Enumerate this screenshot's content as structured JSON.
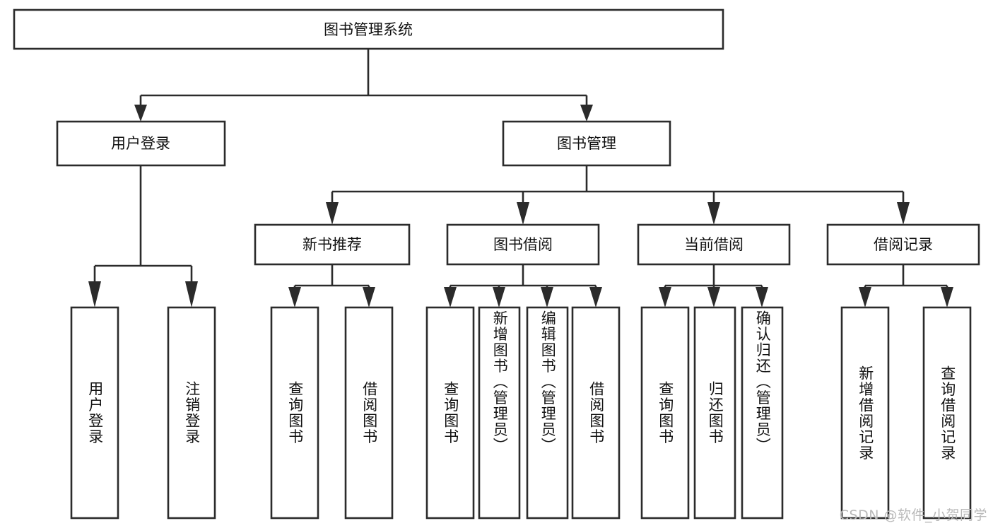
{
  "diagram": {
    "title": "图书管理系统",
    "type": "tree",
    "background_color": "#ffffff",
    "line_color": "#2b2b2b",
    "text_color": "#111111",
    "levels": 4,
    "root": {
      "label": "图书管理系统",
      "children": [
        {
          "label": "用户登录",
          "children": [
            {
              "label": "用户登录"
            },
            {
              "label": "注销登录"
            }
          ]
        },
        {
          "label": "图书管理",
          "children": [
            {
              "label": "新书推荐",
              "children": [
                {
                  "label": "查询图书"
                },
                {
                  "label": "借阅图书"
                }
              ]
            },
            {
              "label": "图书借阅",
              "children": [
                {
                  "label": "查询图书"
                },
                {
                  "label": "新增图书（管理员）"
                },
                {
                  "label": "编辑图书（管理员）"
                },
                {
                  "label": "借阅图书"
                }
              ]
            },
            {
              "label": "当前借阅",
              "children": [
                {
                  "label": "查询图书"
                },
                {
                  "label": "归还图书"
                },
                {
                  "label": "确认归还（管理员）"
                }
              ]
            },
            {
              "label": "借阅记录",
              "children": [
                {
                  "label": "新增借阅记录"
                },
                {
                  "label": "查询借阅记录"
                }
              ]
            }
          ]
        }
      ]
    },
    "nodes": {
      "root_title": "图书管理系统",
      "l1_user_login": "用户登录",
      "l1_book_manage": "图书管理",
      "l2_new_book": "新书推荐",
      "l2_borrow": "图书借阅",
      "l2_current": "当前借阅",
      "l2_record": "借阅记录",
      "leaf_1": "用户登录",
      "leaf_2": "注销登录",
      "leaf_3": "查询图书",
      "leaf_4": "借阅图书",
      "leaf_5": "查询图书",
      "leaf_6": "新增图书（管理员）",
      "leaf_7": "编辑图书（管理员）",
      "leaf_8": "借阅图书",
      "leaf_9": "查询图书",
      "leaf_10": "归还图书",
      "leaf_11": "确认归还（管理员）",
      "leaf_12": "新增借阅记录",
      "leaf_13": "查询借阅记录"
    }
  },
  "watermark": {
    "text": "CSDN @软件_小贺同学"
  }
}
